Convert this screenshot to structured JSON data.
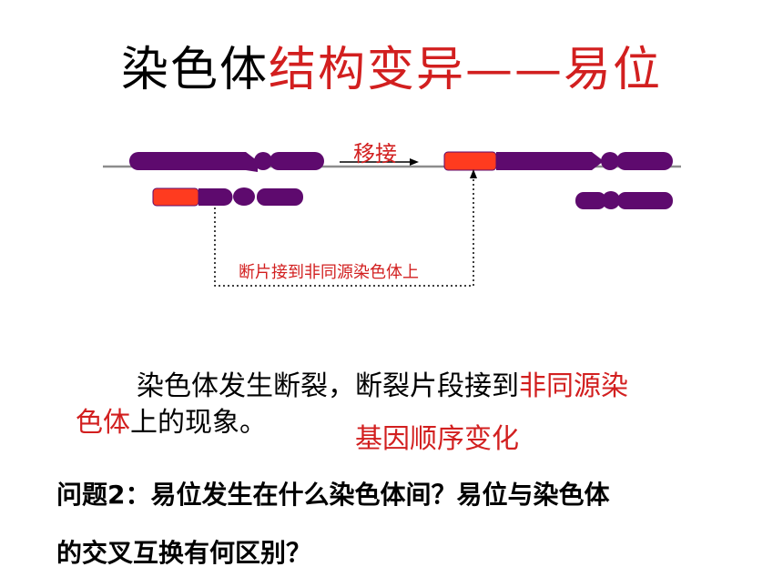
{
  "title": {
    "part1": "染色体",
    "part2": "结构变异——易位"
  },
  "diagram": {
    "move_label": "移接",
    "dotted_label": "断片接到非同源染色体上",
    "colors": {
      "chromosome": "#5e0a6e",
      "fragment": "#ff3b1f",
      "baseline": "#8c8c8c",
      "label_red": "#d21f1f"
    }
  },
  "paragraph": {
    "line1_black": "染色体发生断裂，断裂片段接到",
    "line1_red": "非同源染",
    "line2_red": "色体",
    "line2_black": "上的现象。"
  },
  "note": "基因顺序变化",
  "question": {
    "line1": "问题2：易位发生在什么染色体间？易位与染色体",
    "line2": "的交叉互换有何区别？"
  }
}
